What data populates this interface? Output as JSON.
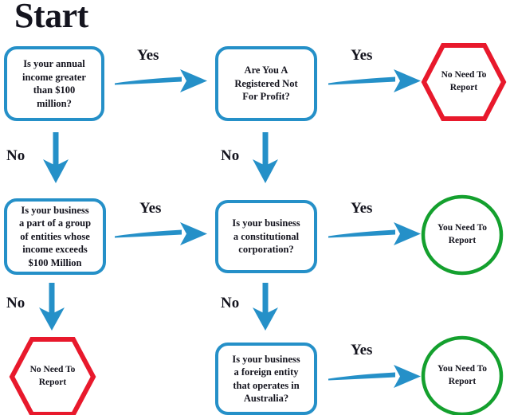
{
  "title": "Start",
  "colors": {
    "decision_border": "#2590C8",
    "arrow": "#2590C8",
    "no_report": "#E8192C",
    "need_report": "#14A02E",
    "text": "#14141E",
    "background": "#FFFFFF"
  },
  "labels": {
    "yes": "Yes",
    "no": "No"
  },
  "nodes": {
    "q1": "Is your annual\nincome greater\nthan $100\nmillion?",
    "q2": "Are You A\nRegistered Not\nFor Profit?",
    "q3": "Is your business\na part of a group\nof entities whose\nincome exceeds\n$100 Million",
    "q4": "Is your business\na constitutional\ncorporation?",
    "q5": "Is your business\na foreign entity\nthat operates in\nAustralia?",
    "out_no_report_1": "No Need To\nReport",
    "out_no_report_2": "No Need To\nReport",
    "out_need_report_1": "You Need To\nReport",
    "out_need_report_2": "You Need To\nReport"
  },
  "edges": [
    {
      "from": "q1",
      "to": "q2",
      "label": "Yes"
    },
    {
      "from": "q1",
      "to": "q3",
      "label": "No"
    },
    {
      "from": "q2",
      "to": "out_no_report_1",
      "label": "Yes"
    },
    {
      "from": "q2",
      "to": "q4",
      "label": "No"
    },
    {
      "from": "q3",
      "to": "q4",
      "label": "Yes"
    },
    {
      "from": "q3",
      "to": "out_no_report_2",
      "label": "No"
    },
    {
      "from": "q4",
      "to": "out_need_report_1",
      "label": "Yes"
    },
    {
      "from": "q4",
      "to": "q5",
      "label": "No"
    },
    {
      "from": "q5",
      "to": "out_need_report_2",
      "label": "Yes"
    }
  ]
}
